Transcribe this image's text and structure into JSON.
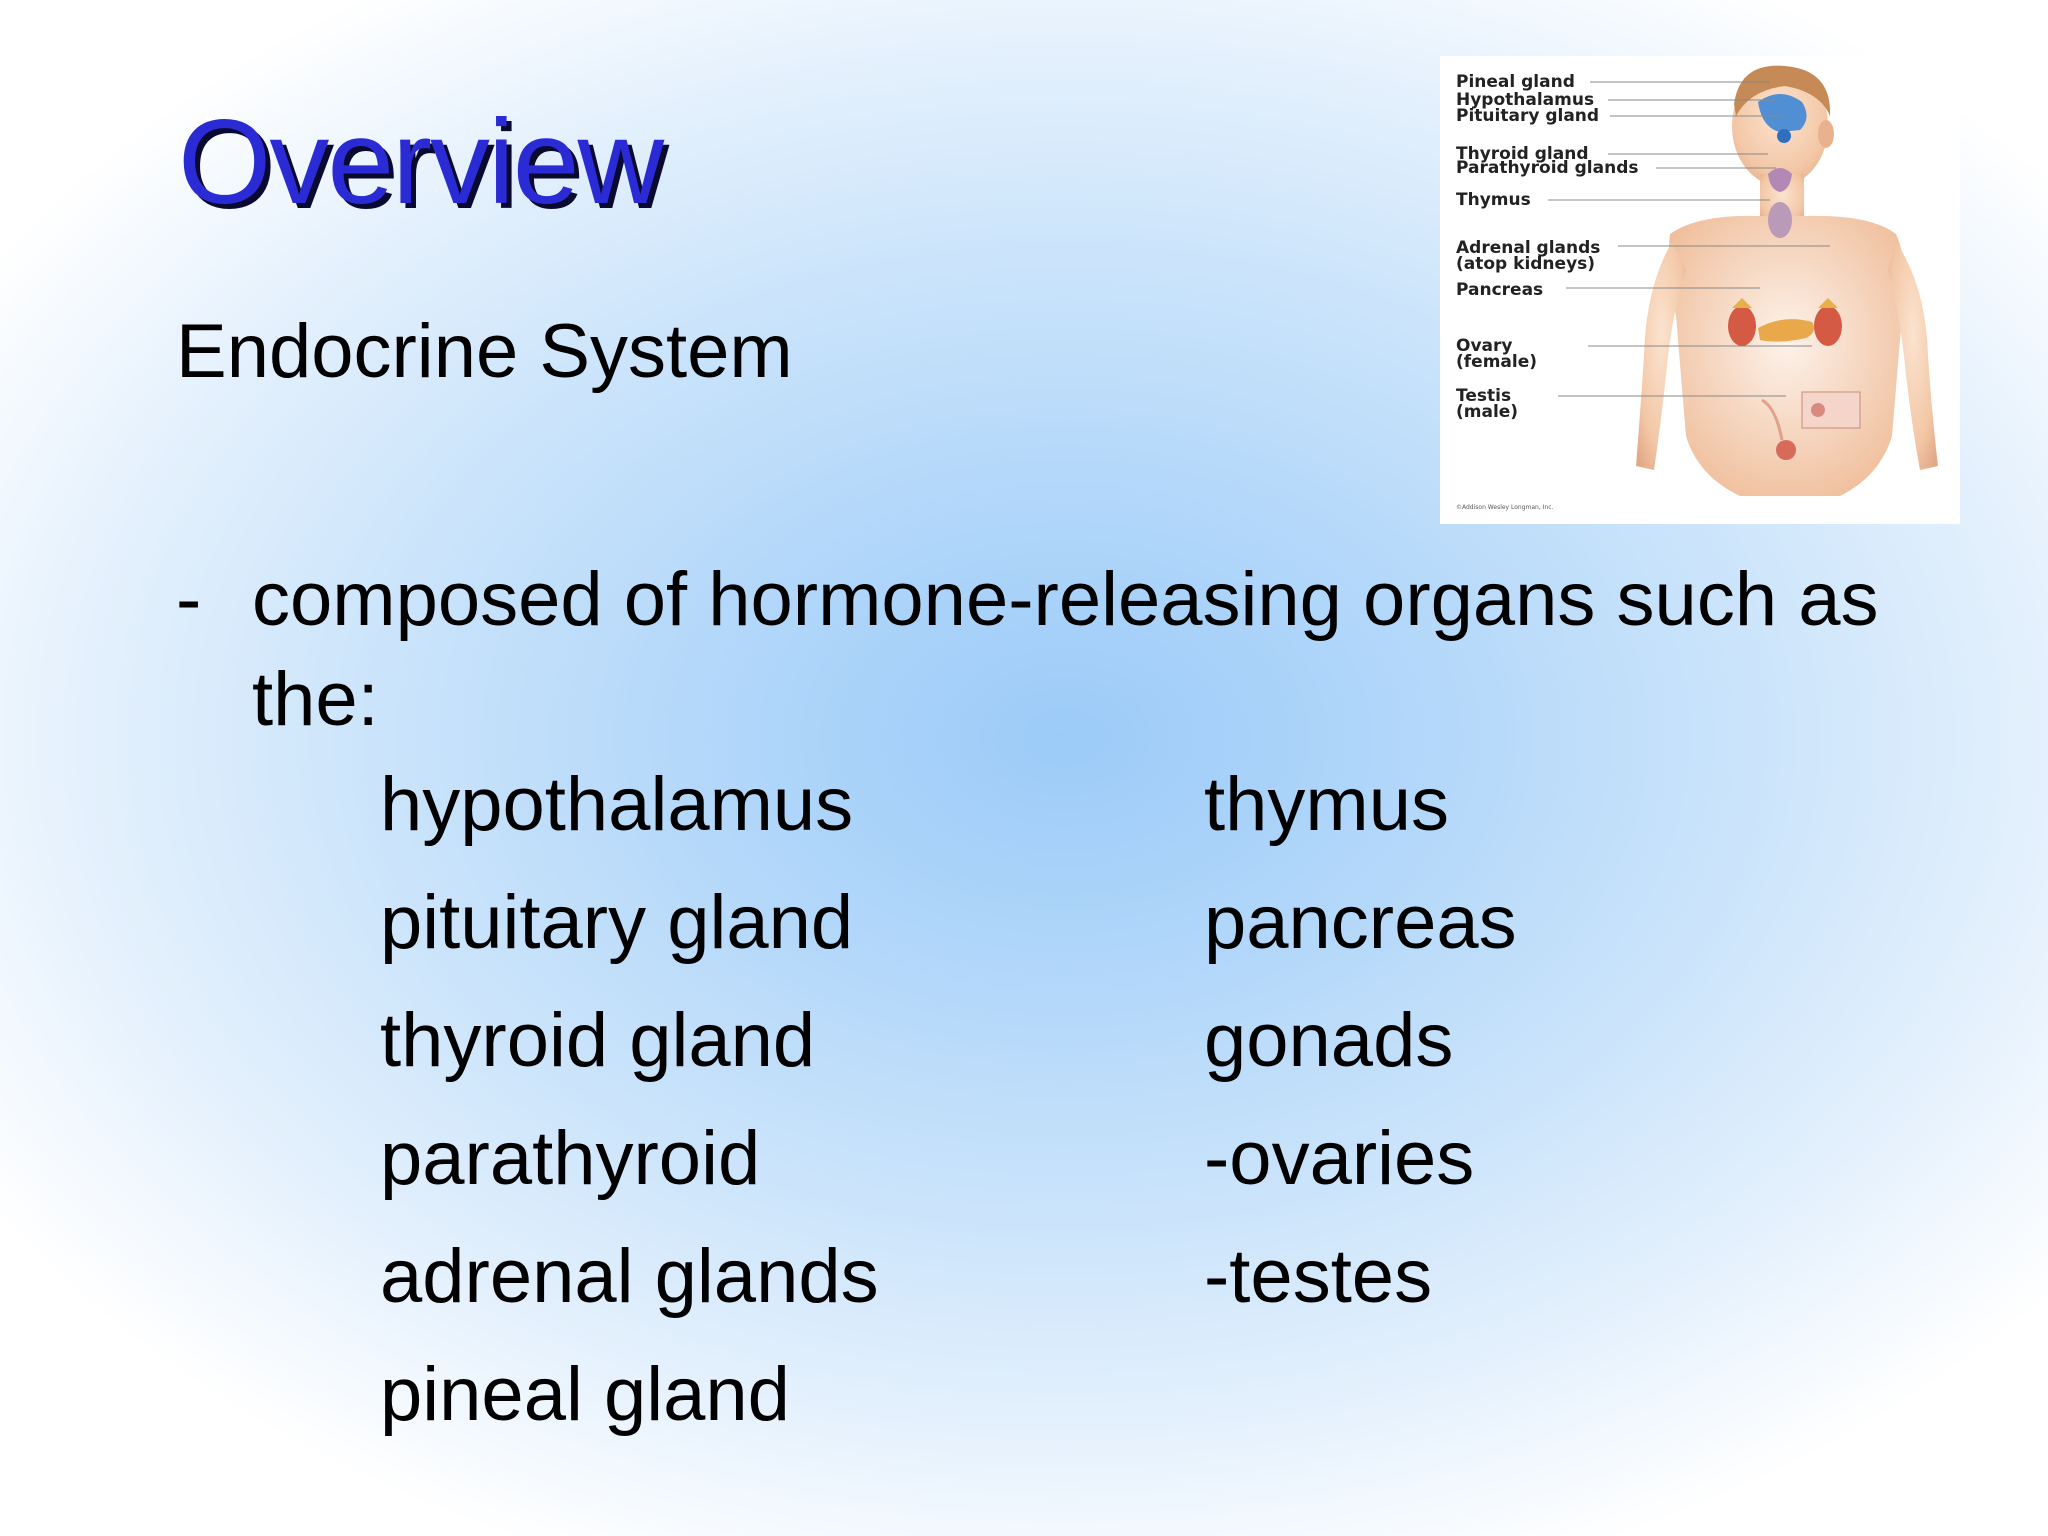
{
  "slide": {
    "title": "Overview",
    "subtitle": "Endocrine System",
    "bullet": {
      "marker": "-",
      "text": "composed of hormone-releasing organs such as the:"
    },
    "organs_left": [
      "hypothalamus",
      "pituitary gland",
      "thyroid gland",
      "parathyroid",
      "adrenal glands",
      "pineal gland"
    ],
    "organs_right": [
      "thymus",
      "pancreas",
      "gonads",
      "-ovaries",
      "-testes"
    ]
  },
  "diagram": {
    "labels": {
      "pineal": "Pineal gland",
      "hypothalamus": "Hypothalamus",
      "pituitary": "Pituitary gland",
      "thyroid": "Thyroid gland",
      "parathyroid": "Parathyroid glands",
      "thymus": "Thymus",
      "adrenal_1": "Adrenal glands",
      "adrenal_2": "(atop kidneys)",
      "pancreas": "Pancreas",
      "ovary_1": "Ovary",
      "ovary_2": "(female)",
      "testis_1": "Testis",
      "testis_2": "(male)"
    },
    "credit": "©Addison Wesley Longman, Inc."
  },
  "colors": {
    "title": "#2b2bd6",
    "title_shadow": "#0a0a30",
    "text": "#000000",
    "background_center": "#9ccbf8",
    "background_edge": "#ffffff"
  }
}
